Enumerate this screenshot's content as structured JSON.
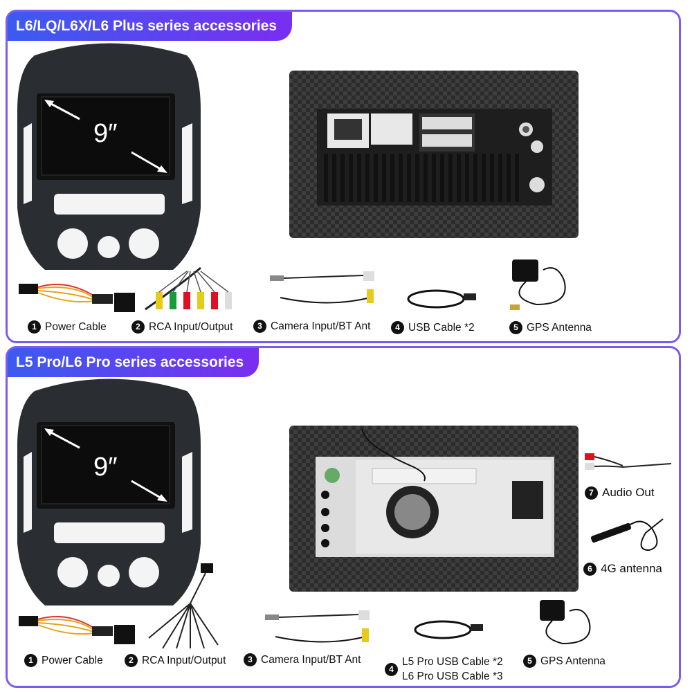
{
  "sections": [
    {
      "title": "L6/LQ/L6X/L6 Plus series accessories",
      "screen_size": "9″",
      "items": [
        {
          "num": "1",
          "label": "Power Cable"
        },
        {
          "num": "2",
          "label": "RCA Input/Output"
        },
        {
          "num": "3",
          "label": "Camera Input/BT Ant"
        },
        {
          "num": "4",
          "label": "USB Cable *2"
        },
        {
          "num": "5",
          "label": "GPS Antenna"
        }
      ]
    },
    {
      "title": "L5 Pro/L6 Pro series accessories",
      "screen_size": "9″",
      "items": [
        {
          "num": "1",
          "label": "Power Cable"
        },
        {
          "num": "2",
          "label": "RCA Input/Output"
        },
        {
          "num": "3",
          "label": "Camera Input/BT Ant"
        },
        {
          "num": "4",
          "label": "L5 Pro USB Cable *2",
          "label2": "L6 Pro USB Cable *3"
        },
        {
          "num": "5",
          "label": "GPS Antenna"
        },
        {
          "num": "7",
          "label": "Audio Out"
        },
        {
          "num": "6",
          "label": "4G antenna"
        }
      ]
    }
  ]
}
